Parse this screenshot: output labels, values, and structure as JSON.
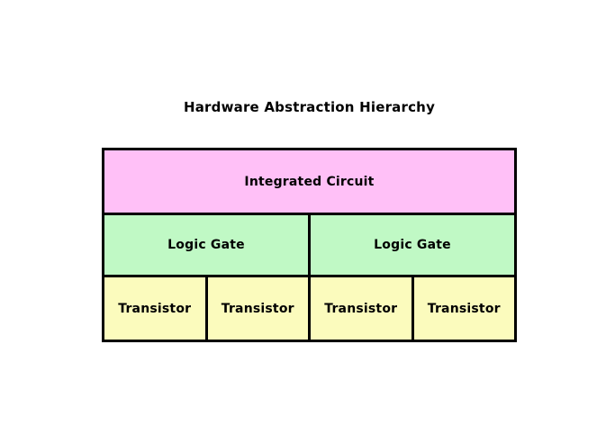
{
  "title": "Hardware Abstraction Hierarchy",
  "colors": {
    "background": "#ffffff",
    "border": "#000000",
    "text": "#000000",
    "integrated_circuit_fill": "#ffc0f7",
    "logic_gate_fill": "#c0f9c5",
    "transistor_fill": "#fbfbbd"
  },
  "hierarchy": {
    "levels": [
      {
        "name": "integrated-circuit-level",
        "boxes": [
          {
            "label": "Integrated Circuit"
          }
        ]
      },
      {
        "name": "logic-gate-level",
        "boxes": [
          {
            "label": "Logic Gate"
          },
          {
            "label": "Logic Gate"
          }
        ]
      },
      {
        "name": "transistor-level",
        "boxes": [
          {
            "label": "Transistor"
          },
          {
            "label": "Transistor"
          },
          {
            "label": "Transistor"
          },
          {
            "label": "Transistor"
          }
        ]
      }
    ]
  }
}
